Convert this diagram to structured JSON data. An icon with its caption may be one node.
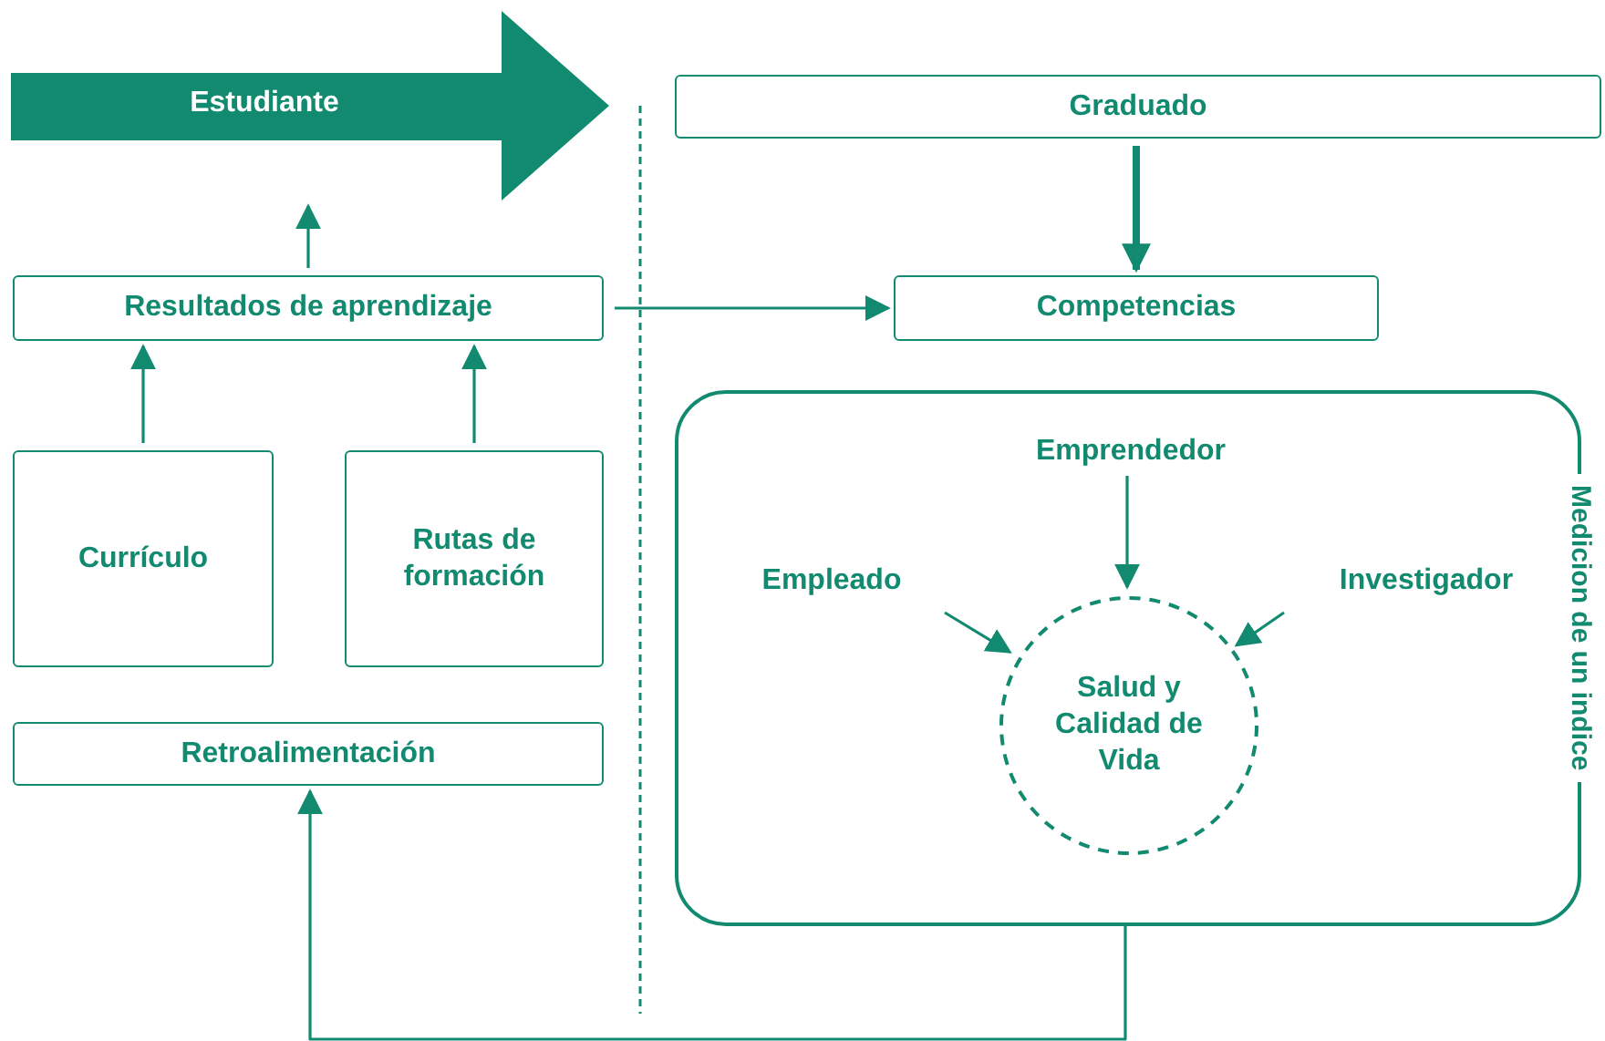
{
  "diagram": {
    "nodes": [
      {
        "text": [
          "Estudiante"
        ]
      },
      {
        "text": [
          "Graduado"
        ]
      },
      {
        "text": [
          "Resultados de aprendizaje"
        ]
      },
      {
        "text": [
          "Competencias"
        ]
      },
      {
        "text": [
          "Currículo"
        ]
      },
      {
        "text": [
          "Rutas de formación"
        ]
      },
      {
        "text": [
          "Retroalimentación"
        ]
      },
      {
        "text": [
          "Medicion de un indice"
        ]
      },
      {
        "text": [
          "Emprendedor"
        ],
        "in": 7
      },
      {
        "text": [
          "Empleado"
        ],
        "in": 7
      },
      {
        "text": [
          "Investigador"
        ],
        "in": 7
      },
      {
        "text": [
          "Salud y Calidad de Vida"
        ],
        "in": 7
      }
    ],
    "edges": [
      {
        "from": 2,
        "to": 0,
        "arrow": "to"
      },
      {
        "from": 4,
        "to": 2,
        "arrow": "to"
      },
      {
        "from": 5,
        "to": 2,
        "arrow": "to"
      },
      {
        "from": 1,
        "to": 3,
        "arrow": "to",
        "style": "thick"
      },
      {
        "from": 2,
        "to": 3,
        "arrow": "to"
      },
      {
        "from": 7,
        "to": 6,
        "arrow": "to"
      },
      {
        "from": 8,
        "to": 11,
        "arrow": "to"
      },
      {
        "from": 9,
        "to": 11,
        "arrow": "to"
      },
      {
        "from": 10,
        "to": 11,
        "arrow": "to"
      }
    ]
  }
}
